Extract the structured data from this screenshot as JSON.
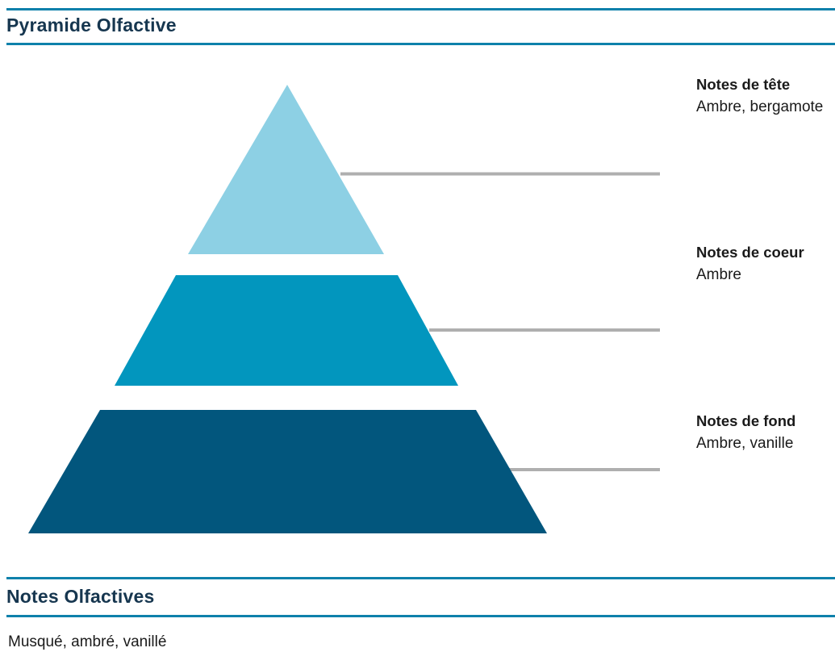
{
  "colors": {
    "accent_rule": "#0E81AB",
    "heading_text": "#16364F",
    "body_text": "#1A1A1A",
    "connector_line": "#AFAFAF",
    "level_top": "#8DD0E4",
    "level_middle": "#0296BE",
    "level_bottom": "#02567D"
  },
  "header": {
    "title": "Pyramide Olfactive"
  },
  "pyramid": {
    "levels": [
      {
        "id": "tete",
        "label": "Notes de tête",
        "notes": "Ambre, bergamote",
        "color": "#8DD0E4"
      },
      {
        "id": "coeur",
        "label": "Notes de coeur",
        "notes": "Ambre",
        "color": "#0296BE"
      },
      {
        "id": "fond",
        "label": "Notes de fond",
        "notes": "Ambre, vanille",
        "color": "#02567D"
      }
    ]
  },
  "notes_section": {
    "title": "Notes Olfactives",
    "content": "Musqué, ambré, vanillé"
  }
}
